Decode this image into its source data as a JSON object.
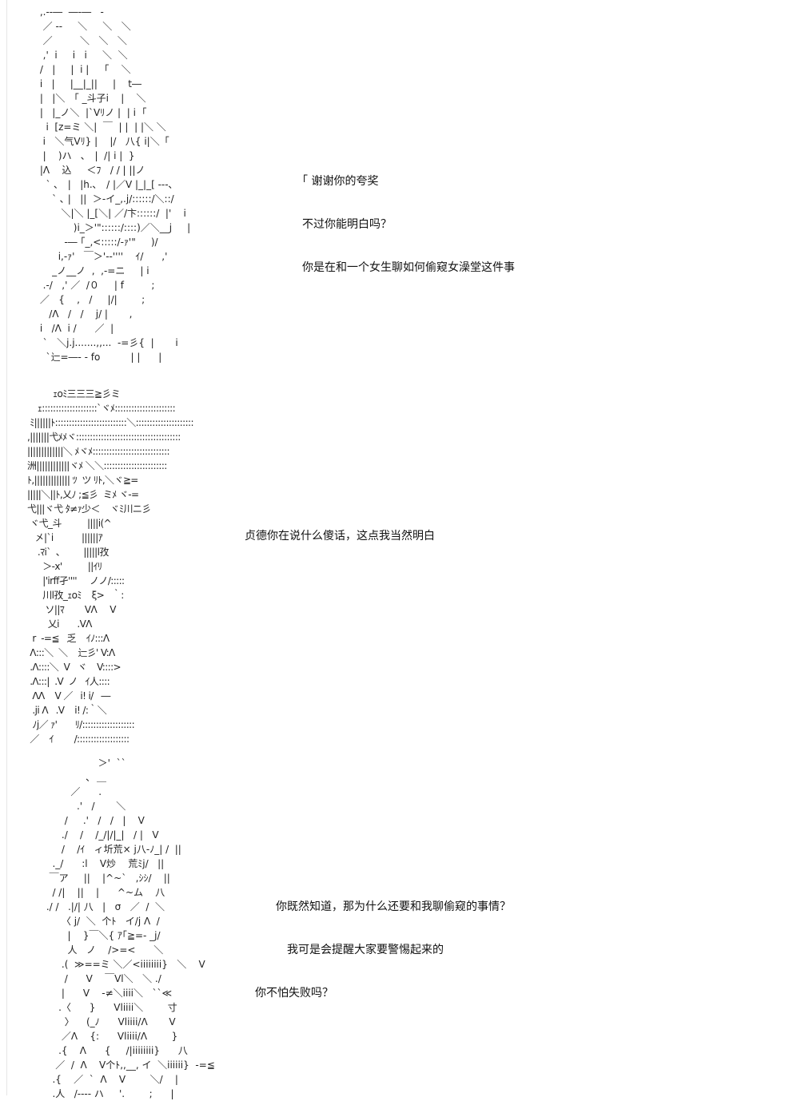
{
  "art": {
    "block1": " ,.--―  ―-―   -\n  ／ --     ＼     ＼   ＼\n  ／         ＼   ＼   ＼\n  ,'  i     i   i     ＼  ＼\n /   |     |  i |     ｢    ＼\n i   |     |__|_||     |    t―\n |   |＼   ｢ _斗子i    |    ＼\n |   |_ノ＼  |`Vﾘノ |  | i  ｢\n   i  [z=ミ ＼|  ￣  | |  | |＼ ＼\n  i   ＼气Vﾘ} |    |/   八{ i|＼「\n  |    )ハ   ､   |  /| i |  }\n |Λ    込     ＜ﾌ   / / | ||ノ\n   ` ､   |   |h.､   / |／V |_|_[ ---､\n     ` ､ |   ||  ＞-イ_,.j/::::::/＼::/\n        ＼|＼ |_[＼| ／/卞::::::/  |'    i\n            )i_＞'\"::::::/::::)／＼__j     |\n         -― ｢_,<:::::/-ｧ'\"     )/\n       i,-ｧ'   ￣＞'--''''    ｲ/      ,'\n     _ノ__ノ  ,  ,-=ニ     | i\n  .-/   ,' ／  /０     | f         ;\n ／   {    ,   /     |/|        ;\n    /Λ   /   /    j/ |       ,\n i   /Λ  i /      ／  |\n  `   ＼j.j.......,,...  -=彡{  |       i\n   `辷=―- - fo          | |      |",
    "block2": "          ｪoﾐ三三三≧彡ミ\n    ｪ::::::::::::::::::::`ヾﾒ::::::::::::::::::::::\n ﾐ||||||ﾄ::::::::::::::::::::::::::＼:::::::::::::::::::::\n,|||||||弋ﾒﾒヾ::::::::::::::::::::::::::::::::::::::\n|||||||||||||＼ ﾒヾﾒ::::::::::::::::::::::::::::\n洲||||||||||||ヾﾒ ＼＼:::::::::::::::::::::::\nﾄ,||||||||||||| ﾂ  ツ ﾘﾄ,＼ヾ≧=\n|||||＼||ﾄ,乂ﾉ ;≦彡  ミﾒ ヾ-=\n弋|||ヾ弋 ﾀ≠ｧ少＜    ヾﾐ川ニ彡\n ヾ弋_斗          ||||i(^\n   㐅|`i           ||||||ｱ\n    .ﾏi`  ､         |||||l孜\n      ＞-x'          ||ｲﾘ\n      |'irff孑''''     ノノ/:::::\n      川l孜_ｪoﾐ    ξ>   ｀:\n       ソ||ﾏ        VΛ     V\n        乂i       .VΛ\n  r  -=≦   乏    ｲﾉ:::Λ\n Λ:::＼  ＼    辷彡' V:Λ\n .Λ::::＼  V   ヾ    V::::>\n .Λ:::|  .V  ノ   ｲ人::::\n  ΛΛ    V ／   i! i/   ―\n  .ji Λ   .V    i! /:｀＼\n  ﾉj／ ｧ'       ﾘ/:::::::::::::::::::\n ／    ｲ        /:::::::::::::::::::",
    "block3": "                  ＞'  ``\n              ､  ＿\n         ／      .\n           .'   /       ＼\n       /     .'   /   /   |    V\n      ./    /    /_/|/|_|   / |   V\n      /    /ｲ   ィ圻荒× j八-ﾉ_| /  ||\n   ._/      :l    V炒    荒ﾐj/   ||\n  ￣ア     ||    |^~`   ,ｼｼ/    ||\n   / /|    ||    |      ^~ム    八\n ./ /   .|/| 八   |   σ   ／  /  ＼\n      〈 j/  ＼  个ﾄ   イ/j Λ  /\n        |    }￣＼{ ｱ｢≧=- _j/\n        人   ノ    />=<      ＼\n      .(  ≫==ミ ＼／<iiiiiiii}   ＼    V\n       /      V    ￣Vl＼   ＼ ./\n      |      V    -≠＼iiii＼   ``≪\n     .〈      }      Vliiii＼        寸\n       〉    (_ﾉ      Vliiii/Λ       V\n      ／Λ    {:      Vliiii/Λ        }\n     .{    Λ      {     /|iiiiiiii}      八\n    ／  /  Λ    V个ﾄ,,__, イ  ＼iiiiii}  -=≦\n   .{    ／  `  Λ    V        ＼/    |\n   .人   /---- ハ     '.        ;      |"
  },
  "dialogue1": {
    "line1": "｢ 谢谢你的夸奖",
    "line2": "不过你能明白吗？",
    "line3": "你是在和一个女生聊如何偷窥女澡堂这件事"
  },
  "dialogue2": {
    "line1": "贞德你在说什么傻话，这点我当然明白"
  },
  "dialogue3": {
    "line1": "你既然知道，那为什么还要和我聊偷窥的事情？",
    "line2": "我可是会提醒大家要警惕起来的",
    "line3": "你不怕失败吗？"
  }
}
